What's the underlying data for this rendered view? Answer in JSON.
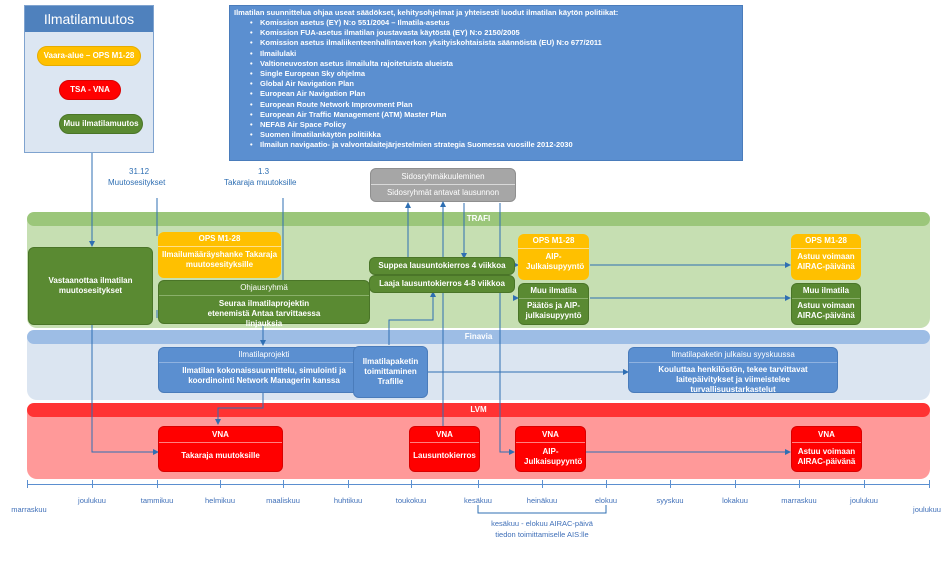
{
  "header_box": {
    "title": "Ilmatilamuutos"
  },
  "legend": [
    {
      "label": "Vaara-alue – OPS M1-28",
      "color": "#ffc000"
    },
    {
      "label": "TSA - VNA",
      "color": "#ff0000"
    },
    {
      "label": "Muu ilmatilamuutos",
      "color": "#5a8a32"
    }
  ],
  "policy": {
    "intro": "Ilmatilan suunnittelua ohjaa useat säädökset, kehitysohjelmat ja yhteisesti luodut ilmatilan käytön politiikat:",
    "items": [
      "Komission asetus (EY) N:o 551/2004 – Ilmatila-asetus",
      "Komission FUA-asetus ilmatilan joustavasta käytöstä (EY) N:o 2150/2005",
      "Komission asetus ilmaliikenteenhallintaverkon yksityiskohtaisista säännöistä (EU) N:o 677/2011",
      "Ilmailulaki",
      "Valtioneuvoston asetus ilmailulta rajoitetuista alueista",
      "Single European Sky ohjelma",
      "Global Air Navigation Plan",
      "European Air Navigation Plan",
      "European Route Network Improvment Plan",
      "European Air Traffic Management (ATM) Master Plan",
      "NEFAB Air Space Policy",
      "Suomen ilmatilankäytön politiikka",
      "Ilmailun navigaatio- ja valvontalaitejärjestelmien strategia Suomessa vuosille 2012-2030"
    ]
  },
  "annotations": {
    "date1": "31.12",
    "muutosesitykset": "Muutosesitykset",
    "date2": "1.3",
    "takaraja": "Takaraja muutoksille"
  },
  "stakeholder": {
    "title": "Sidosryhmäkuuleminen",
    "subtitle": "Sidosryhmät antavat lausunnon"
  },
  "lanes": {
    "trafi": "TRAFI",
    "finavia": "Finavia",
    "lvm": "LVM"
  },
  "trafi_boxes": {
    "vastaanotto": "Vastaanottaa ilmatilan muutosesitykset",
    "ops_title": "OPS M1-28",
    "ops_text": "Ilmailumääräyshanke Takaraja muutosesityksille",
    "ohjaus_title": "Ohjausryhmä",
    "ohjaus_text": "Seuraa ilmatilaprojektin etenemistä Antaa tarvittaessa linjauksia",
    "suppea": "Suppea lausuntokierros 4 viikkoa",
    "laaja": "Laaja lausuntokierros 4-8 viikkoa",
    "aip_ops_title": "OPS M1-28",
    "aip_ops_text": "AIP-Julkaisupyyntö",
    "muu_title": "Muu ilmatila",
    "muu_text": "Päätös ja AIP-julkaisupyyntö",
    "astuu1_title": "OPS M1-28",
    "astuu1_text": "Astuu voimaan AIRAC-päivänä",
    "astuu2_title": "Muu ilmatila",
    "astuu2_text": "Astuu voimaan AIRAC-päivänä"
  },
  "finavia_boxes": {
    "projekti_title": "Ilmatilaprojekti",
    "projekti_text": "Ilmatilan kokonaissuunnittelu, simulointi ja koordinointi Network Managerin kanssa",
    "toimitus": "Ilmatilapaketin toimittaminen Trafille",
    "julkaisu_title": "Ilmatilapaketin julkaisu syyskuussa",
    "julkaisu_text": "Kouluttaa henkilöstön, tekee tarvittavat laitepäivitykset ja viimeistelee turvallisuustarkastelut"
  },
  "lvm_boxes": {
    "vna1_title": "VNA",
    "vna1_text": "Takaraja muutoksille",
    "vna2_title": "VNA",
    "vna2_text": "Lausuntokierros",
    "vna3_title": "VNA",
    "vna3_text": "AIP-Julkaisupyyntö",
    "vna4_title": "VNA",
    "vna4_text": "Astuu voimaan AIRAC-päivänä"
  },
  "timeline": {
    "months": [
      "marraskuu",
      "joulukuu",
      "tammikuu",
      "helmikuu",
      "maaliskuu",
      "huhtikuu",
      "toukokuu",
      "kesäkuu",
      "heinäkuu",
      "elokuu",
      "syyskuu",
      "lokakuu",
      "marraskuu",
      "joulukuu",
      "joulukuu"
    ],
    "note": "kesäkuu - elokuu AIRAC-päivä tiedon toimittamiselle AIS:lle"
  }
}
